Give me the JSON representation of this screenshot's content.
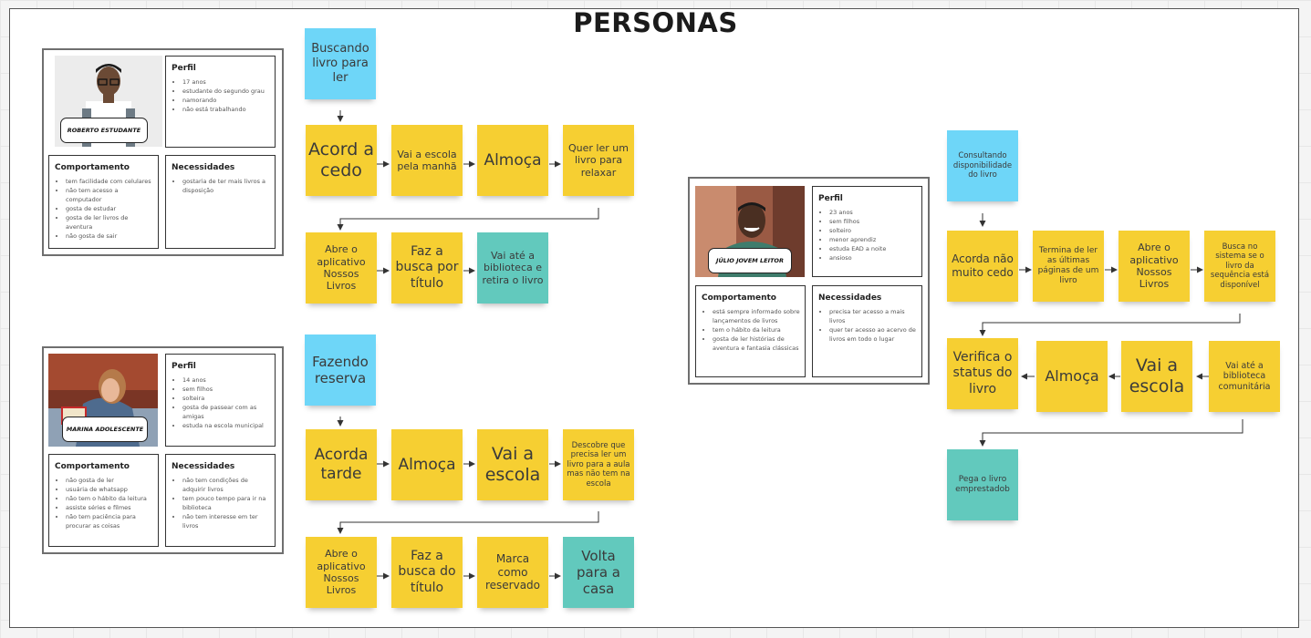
{
  "title": "PERSONAS",
  "colors": {
    "sticky_yellow": "#f6cf32",
    "sticky_blue": "#6ed6f8",
    "sticky_teal": "#62c9bd"
  },
  "personas": [
    {
      "name": "ROBERTO ESTUDANTE",
      "perfil_title": "Perfil",
      "perfil": [
        "17 anos",
        "estudante do segundo grau",
        "namorando",
        "não está trabalhando"
      ],
      "comportamento_title": "Comportamento",
      "comportamento": [
        "tem facilidade com celulares",
        "não tem acesso a computador",
        "gosta de estudar",
        "gosta de ler livros de aventura",
        "não gosta de sair"
      ],
      "necessidades_title": "Necessidades",
      "necessidades": [
        "gostaria de ter mais livros a disposição"
      ]
    },
    {
      "name": "MARINA ADOLESCENTE",
      "perfil_title": "Perfil",
      "perfil": [
        "14 anos",
        "sem filhos",
        "solteira",
        "gosta de passear com as amigas",
        "estuda na escola municipal"
      ],
      "comportamento_title": "Comportamento",
      "comportamento": [
        "não gosta de ler",
        "usuária de whatsapp",
        "não tem o hábito da leitura",
        "assiste séries e filmes",
        "não tem paciência para procurar as coisas"
      ],
      "necessidades_title": "Necessidades",
      "necessidades": [
        "não tem condições de adquirir livros",
        "tem pouco tempo para ir na biblioteca",
        "não tem interesse em ter livros"
      ]
    },
    {
      "name": "JÚLIO JOVEM LEITOR",
      "perfil_title": "Perfil",
      "perfil": [
        "23 anos",
        "sem filhos",
        "solteiro",
        "menor aprendiz",
        "estuda EAD a noite",
        "ansioso"
      ],
      "comportamento_title": "Comportamento",
      "comportamento": [
        "está sempre informado sobre lançamentos de livros",
        "tem o hábito da leitura",
        "gosta de ler histórias de aventura e fantasia clássicas"
      ],
      "necessidades_title": "Necessidades",
      "necessidades": [
        "precisa ter acesso a mais livros",
        "quer ter acesso ao acervo de livros em todo o lugar"
      ]
    }
  ],
  "flows": {
    "roberto": {
      "goal": "Buscando livro para ler",
      "row1": [
        "Acord a cedo",
        "Vai a escola pela manhã",
        "Almoça",
        "Quer ler um livro para relaxar"
      ],
      "row2": [
        "Abre o aplicativo Nossos Livros",
        "Faz a busca por título",
        "Vai até a biblioteca e retira o livro"
      ]
    },
    "marina": {
      "goal": "Fazendo reserva",
      "row1": [
        "Acorda tarde",
        "Almoça",
        "Vai a escola",
        "Descobre que precisa ler um livro para a aula mas não tem na escola"
      ],
      "row2": [
        "Abre o aplicativo Nossos Livros",
        "Faz a busca do título",
        "Marca como reservado",
        "Volta para a casa"
      ]
    },
    "julio": {
      "goal": "Consultando disponibilidade do livro",
      "row1": [
        "Acorda não muito cedo",
        "Termina de ler as últimas páginas de um livro",
        "Abre o aplicativo Nossos Livros",
        "Busca no sistema se o livro da sequência está disponível"
      ],
      "row2": [
        "Verifica o status do livro",
        "Almoça",
        "Vai a escola",
        "Vai até a biblioteca comunitária"
      ],
      "end": "Pega o livro emprestadob"
    }
  }
}
